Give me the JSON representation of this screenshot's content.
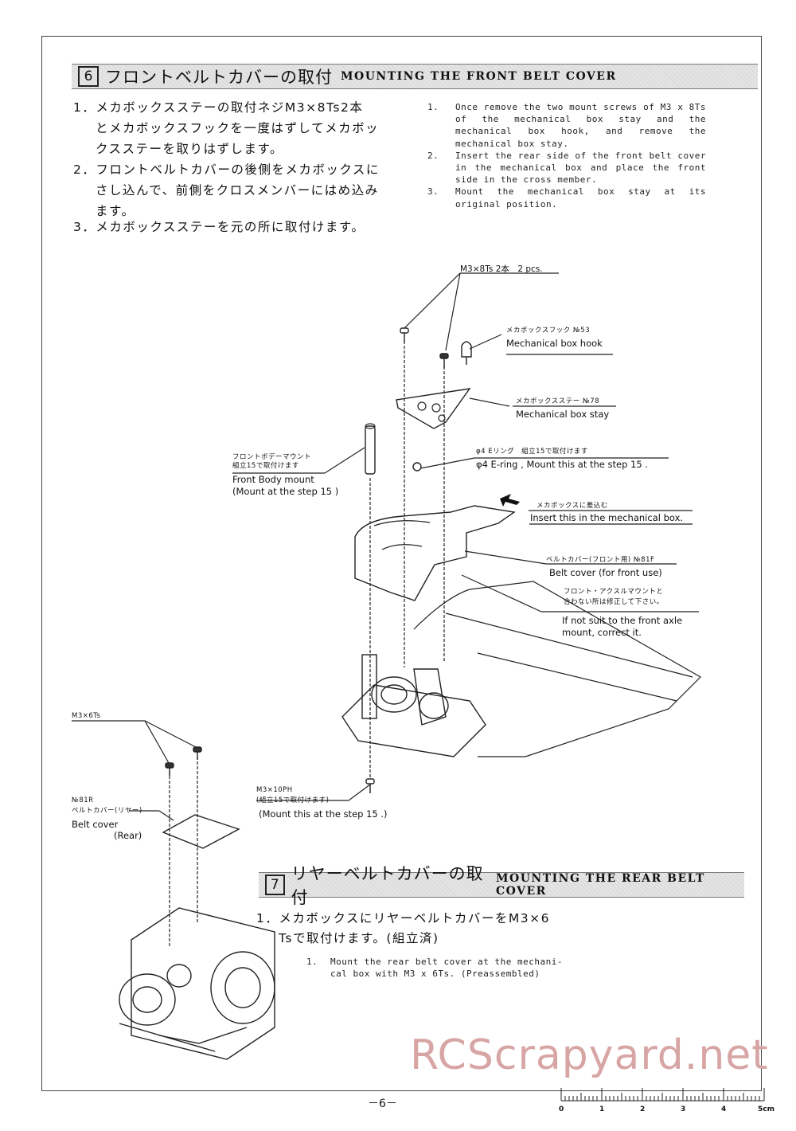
{
  "section6": {
    "num": "6",
    "title_jp": "フロントベルトカバーの取付",
    "title_en": "MOUNTING THE FRONT BELT COVER",
    "steps_jp": [
      "1．メカボックスステーの取付ネジM3×8Ts2本",
      "とメカボックスフックを一度はずしてメカボッ",
      "クスステーを取りはずします。",
      "2．フロントベルトカバーの後側をメカボックスに",
      "さし込んで、前側をクロスメンバーにはめ込み",
      "ます。",
      "3．メカボックスステーを元の所に取付けます。"
    ],
    "steps_en": [
      {
        "n": "1.",
        "t": "Once remove the two mount screws of M3 x 8Ts of the mechanical box stay and the mechanical box hook, and remove the mechanical box stay."
      },
      {
        "n": "2.",
        "t": "Insert the rear side of the front belt cover in the mechanical box and place the front side in the cross member."
      },
      {
        "n": "3.",
        "t": "Mount the mechanical box stay at its original position."
      }
    ],
    "labels": {
      "screws": "M3×8Ts 2本　2 pcs.",
      "hook_jp": "メカボックスフック №53",
      "hook_en": "Mechanical box hook",
      "stay_jp": "メカボックスステー №78",
      "stay_en": "Mechanical box stay",
      "eRing_jp": "φ4 Eリング　組立15で取付けます",
      "eRing_en": "φ4 E-ring , Mount this at the step  15 .",
      "bodyMount_jp1": "フロントボデーマウント",
      "bodyMount_jp2": "組立15で取付けます",
      "bodyMount_en1": "Front Body mount",
      "bodyMount_en2": "(Mount at the step  15  )",
      "insert_jp": "メカボックスに差込む",
      "insert_en": "Insert this in the mechanical box.",
      "beltCover_jp": "ベルトカバー(フロント用) №81F",
      "beltCover_en": "Belt cover (for front use)",
      "axle_jp1": "フロント・アクスルマウントと",
      "axle_jp2": "合わない所は修正して下さい。",
      "axle_en1": "If not suit to the front axle",
      "axle_en2": "mount, correct it.",
      "m3x10_1": "M3×10PH",
      "m3x10_2": "(組立15で取付けます)",
      "m3x10_en": "(Mount this at the step 15 .)",
      "m3x6": "M3×6Ts",
      "rear_no": "№81R",
      "rear_jp": "ベルトカバー(リヤー)",
      "rear_en1": "Belt cover",
      "rear_en2": "(Rear)"
    }
  },
  "section7": {
    "num": "7",
    "title_jp": "リヤーベルトカバーの取付",
    "title_en": "MOUNTING THE REAR BELT COVER",
    "steps_jp": [
      "1．メカボックスにリヤーベルトカバーをM3×6",
      "Tsで取付けます。(組立済)"
    ],
    "step_en_n": "1.",
    "step_en_1": "Mount the rear belt cover at the mechani-",
    "step_en_2": "cal box with M3 x 6Ts. (Preassembled)"
  },
  "footer": {
    "page": "－6－",
    "watermark": "RCScrapyard.net",
    "ruler": [
      "0",
      "1",
      "2",
      "3",
      "4",
      "5cm"
    ]
  }
}
